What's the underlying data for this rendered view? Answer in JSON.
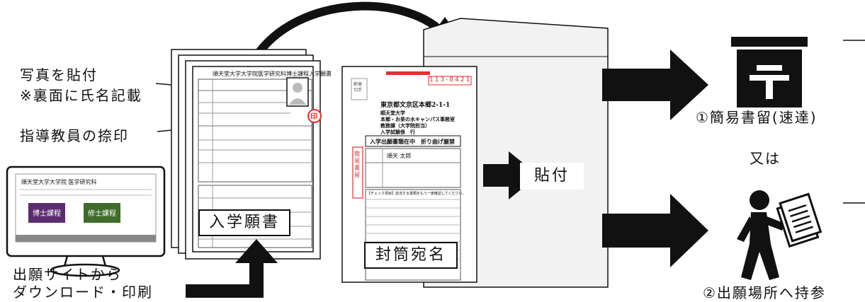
{
  "labels": {
    "photo_line1": "写真を貼付",
    "photo_line2": "※裏面に氏名記載",
    "seal_label": "指導教員の捺印",
    "download_line1": "出願サイトから",
    "download_line2": "ダウンロード・印刷",
    "application_form": "入学願書",
    "envelope_label": "封筒宛名",
    "attach": "貼付",
    "or": "又は",
    "option1": "①簡易書留(速達)",
    "option2": "②出願場所へ持参",
    "seal_mark": "印"
  },
  "envelope": {
    "postal_code": "113-8421",
    "address": "東京都文京区本郷2-1-1",
    "org_line1": "順天堂大学",
    "org_line2": "本郷・お茶の水キャンパス事務室",
    "org_line3": "教務課（大学院担当）",
    "org_line4": "入学試験係　行",
    "notice": "入学出願書類在中　折り曲げ厳禁",
    "registered_mail": "簡易書留",
    "name_sample": "順天 太郎",
    "stamp_label1": "郵便",
    "stamp_label2": "切手",
    "checklist_title": "【チェック項目】該当する書類をもう一度確認してください。"
  },
  "monitor": {
    "site_title": "順天堂大学大学院 医学研究科",
    "button1": "博士課程",
    "button2": "修士課程"
  },
  "form": {
    "title": "順天堂大学大学院医学研究科博士課程入学願書"
  },
  "colors": {
    "ink": "#111111",
    "seal_red": "#e0302f",
    "monitor_purple": "#5b2d6e",
    "monitor_green": "#3f6b2b"
  }
}
